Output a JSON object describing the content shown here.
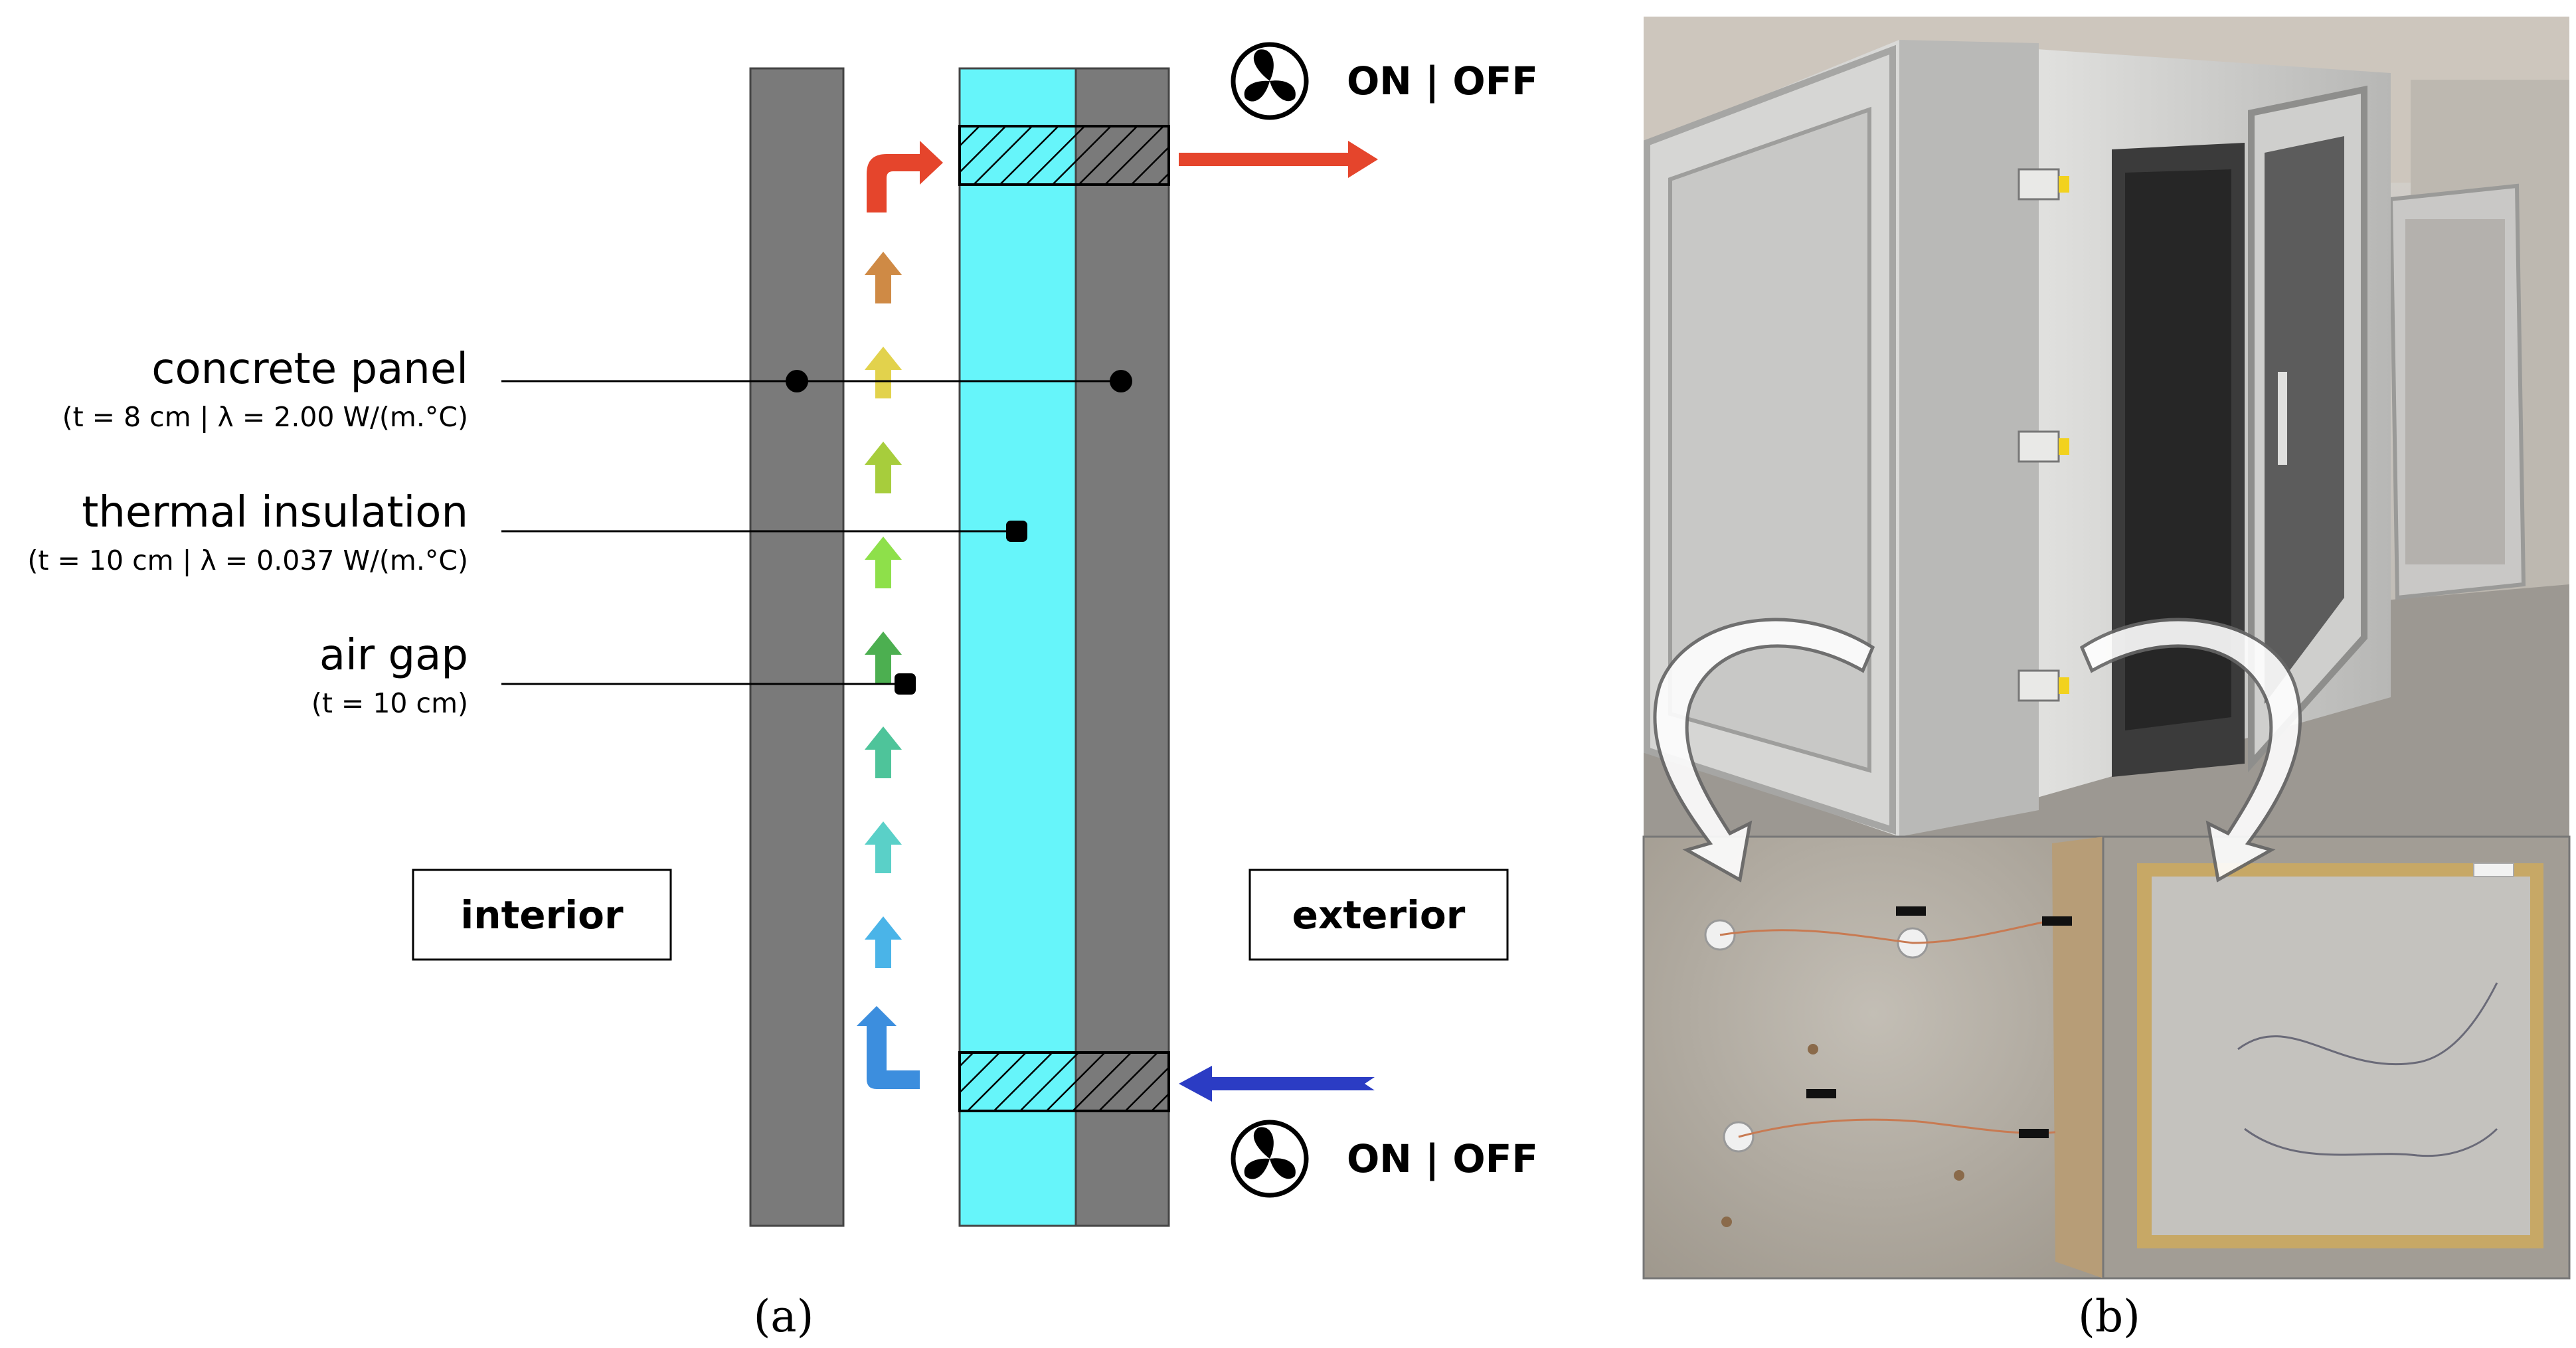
{
  "labels": {
    "concrete_panel": {
      "title": "concrete panel",
      "spec": "(t = 8 cm | λ = 2.00 W/(m.°C)"
    },
    "thermal_insulation": {
      "title": "thermal insulation",
      "spec": "(t = 10 cm | λ = 0.037 W/(m.°C)"
    },
    "air_gap": {
      "title": "air gap",
      "spec": "(t = 10 cm)"
    }
  },
  "zones": {
    "interior": "interior",
    "exterior": "exterior"
  },
  "fans": {
    "top_state": "ON | OFF",
    "bottom_state": "ON | OFF"
  },
  "captions": {
    "a": "(a)",
    "b": "(b)"
  },
  "colors": {
    "concrete": "#7a7a7a",
    "insulation": "#66f5fa",
    "hot_air_out": "#e5452c",
    "cold_air_in": "#2b3cc4",
    "flow_gradient": [
      "#3c8ede",
      "#4ab4e8",
      "#5ad0c8",
      "#4ec49a",
      "#4caf50",
      "#8ee04a",
      "#a7cd3c",
      "#e2d24c",
      "#cf8a45",
      "#e5452c"
    ]
  }
}
